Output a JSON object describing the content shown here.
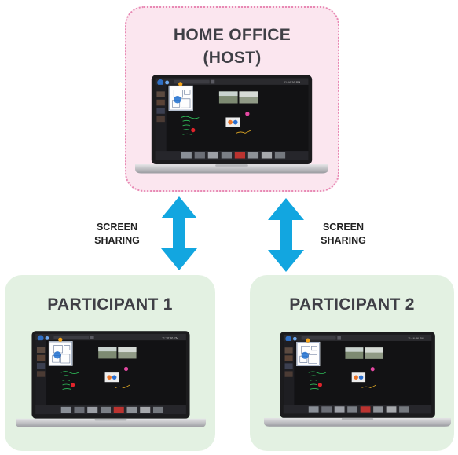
{
  "host": {
    "title_line1": "HOME OFFICE",
    "title_line2": "(HOST)"
  },
  "participant1": {
    "title": "PARTICIPANT 1"
  },
  "participant2": {
    "title": "PARTICIPANT 2"
  },
  "links": [
    {
      "line1": "SCREEN",
      "line2": "SHARING"
    },
    {
      "line1": "SCREEN",
      "line2": "SHARING"
    }
  ],
  "screen": {
    "clock": "11:16:36 PM"
  },
  "colors": {
    "host_card_bg": "#fbe6ef",
    "host_card_border": "#e889b4",
    "participant_card_bg": "#e3f1e2",
    "arrow": "#12a6e0"
  }
}
